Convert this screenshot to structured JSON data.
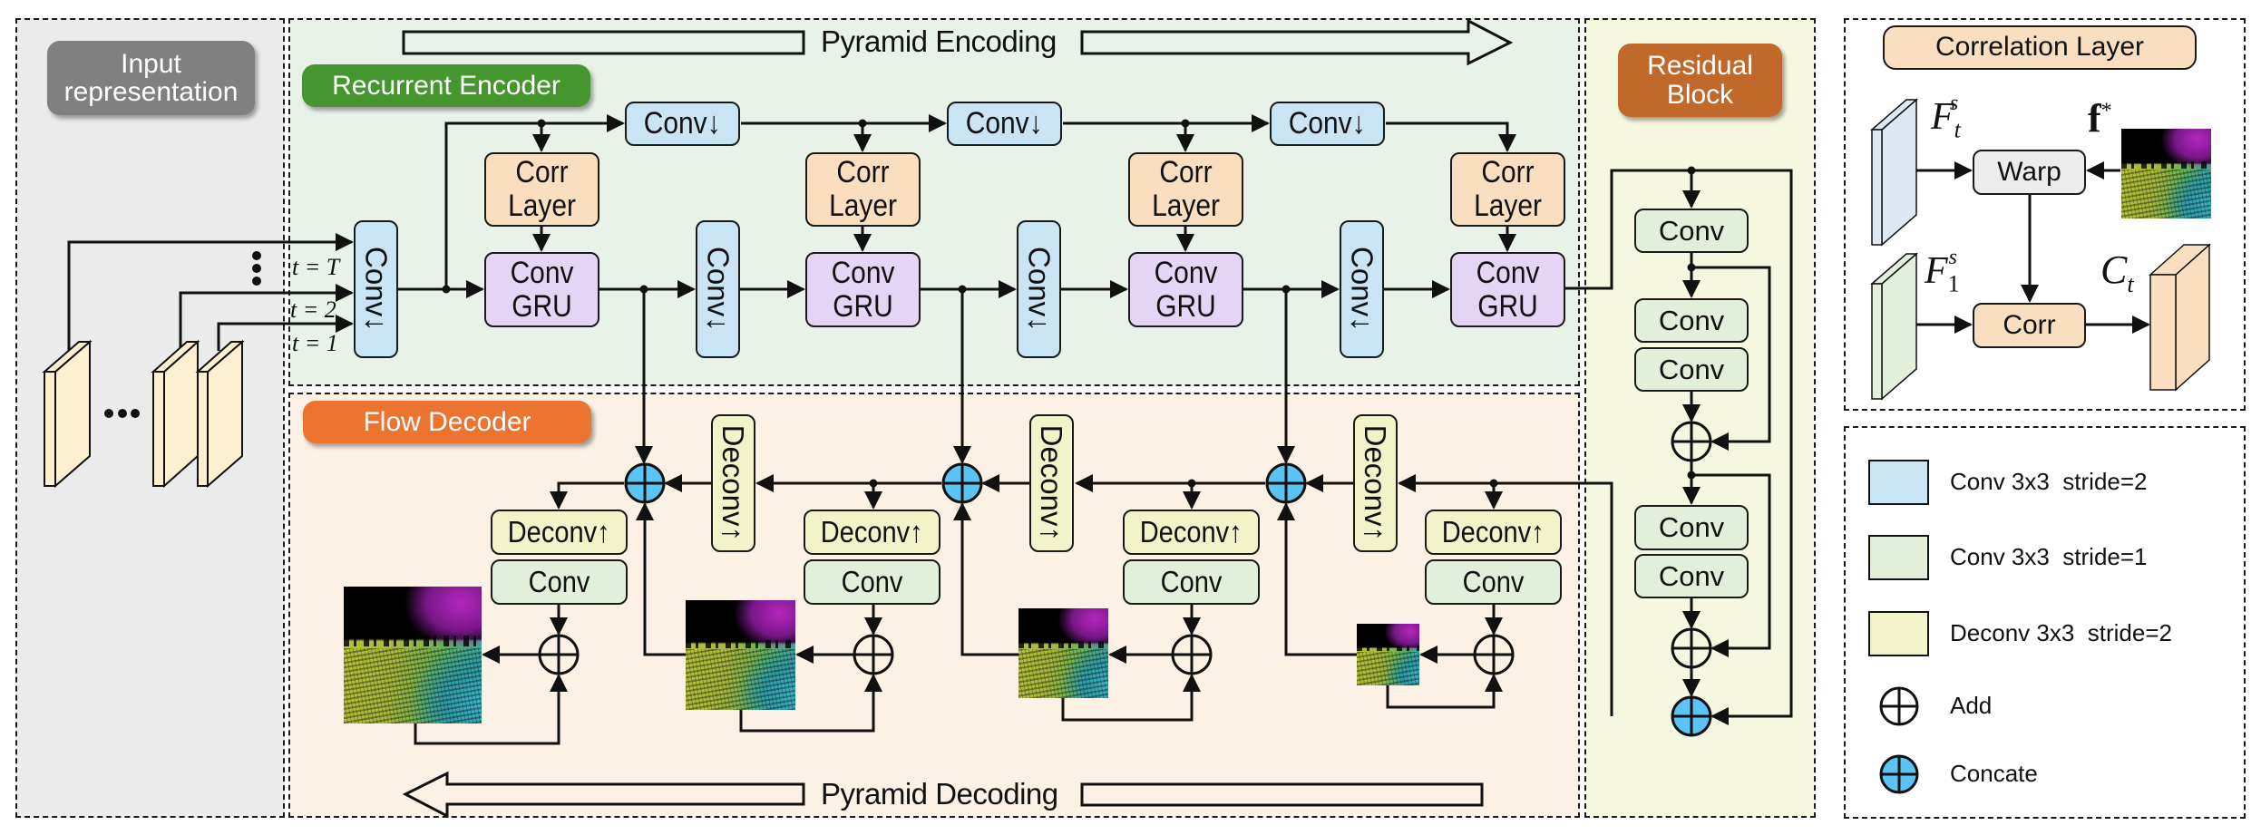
{
  "panels": {
    "input": {
      "label": "Input representation",
      "label_color": "#808080",
      "bg": "#ebebeb"
    },
    "encoder": {
      "label": "Recurrent Encoder",
      "label_color": "#46962f",
      "bg": "#e9f2e9"
    },
    "decoder": {
      "label": "Flow Decoder",
      "label_color": "#ec7430",
      "bg": "#fbf1e5"
    },
    "residual": {
      "label": "Residual Block",
      "label_color": "#c0692a",
      "bg": "#f5f7e1"
    },
    "correlation": {
      "label": "Correlation Layer",
      "label_color": "#f9dfc0"
    }
  },
  "input": {
    "time_labels": [
      "t = T",
      "t = 2",
      "t = 1"
    ],
    "ellipsis_vertical": "⋮",
    "ellipsis_horizontal": "•••"
  },
  "encoder": {
    "arrow_label": "Pyramid Encoding",
    "conv_down": "Conv↓",
    "corr_layer": "Corr Layer",
    "conv_gru": "Conv GRU",
    "levels": 4
  },
  "decoder": {
    "arrow_label": "Pyramid Decoding",
    "deconv_up": "Deconv↑",
    "conv": "Conv",
    "levels": 4
  },
  "residual": {
    "conv": "Conv"
  },
  "correlation": {
    "warp": "Warp",
    "corr": "Corr",
    "ft": "F",
    "ft_sub": "t",
    "ft_sup": "s",
    "f1": "F",
    "f1_sub": "1",
    "f1_sup": "s",
    "fstar": "f",
    "fstar_sup": "*",
    "ct": "C",
    "ct_sub": "t"
  },
  "legend": {
    "items": [
      {
        "label": "Conv 3x3  stride=2",
        "kind": "swatch",
        "color": "#c9e4f2"
      },
      {
        "label": "Conv 3x3  stride=1",
        "kind": "swatch",
        "color": "#e2efdb"
      },
      {
        "label": "Deconv 3x3  stride=2",
        "kind": "swatch",
        "color": "#f2f3c9"
      },
      {
        "label": "Add",
        "kind": "add"
      },
      {
        "label": "Concate",
        "kind": "concat",
        "color": "#5bc4f5"
      }
    ]
  }
}
